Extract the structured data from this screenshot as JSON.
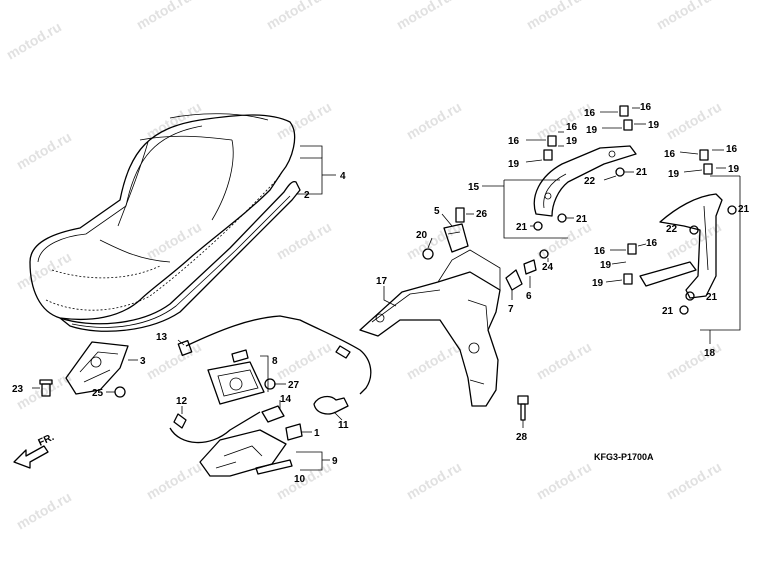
{
  "watermark": {
    "text": "motod.ru"
  },
  "diagram_code": "KFG3-P1700A",
  "direction": {
    "label": "FR."
  },
  "callouts": {
    "c1": "1",
    "c2": "2",
    "c3": "3",
    "c4": "4",
    "c5": "5",
    "c6": "6",
    "c7": "7",
    "c8": "8",
    "c9": "9",
    "c10": "10",
    "c11": "11",
    "c12": "12",
    "c13": "13",
    "c14": "14",
    "c15": "15",
    "c16a": "16",
    "c16b": "16",
    "c16c": "16",
    "c16d": "16",
    "c16e": "16",
    "c16f": "16",
    "c16g": "16",
    "c16h": "16",
    "c17": "17",
    "c18": "18",
    "c19a": "19",
    "c19b": "19",
    "c19c": "19",
    "c19d": "19",
    "c19e": "19",
    "c19f": "19",
    "c19g": "19",
    "c20": "20",
    "c21a": "21",
    "c21b": "21",
    "c21c": "21",
    "c21d": "21",
    "c21e": "21",
    "c21f": "21",
    "c22a": "22",
    "c22b": "22",
    "c23": "23",
    "c24": "24",
    "c25": "25",
    "c26": "26",
    "c27": "27",
    "c28": "28"
  }
}
